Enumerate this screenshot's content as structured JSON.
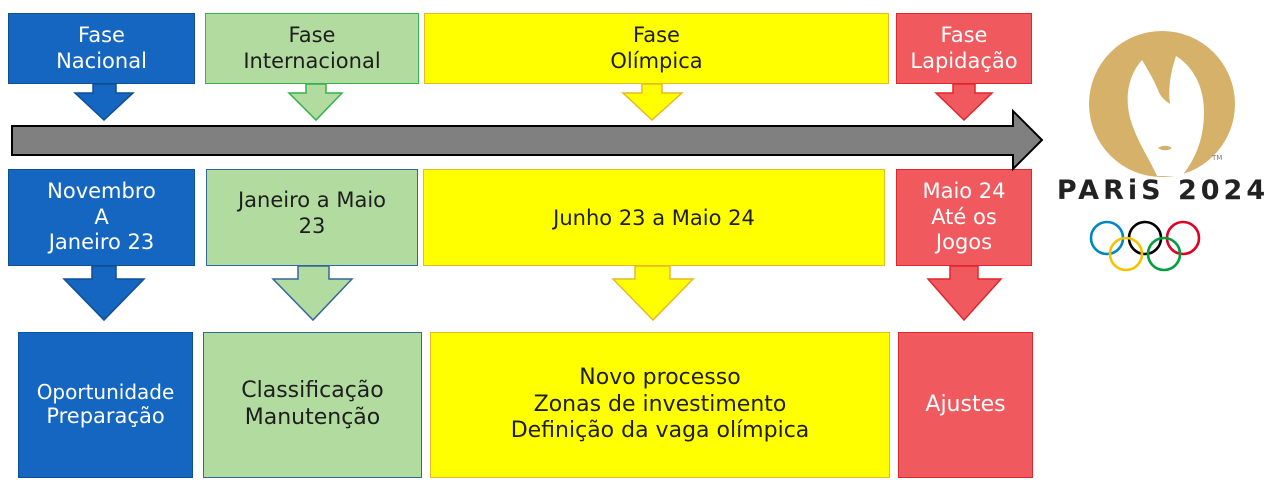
{
  "phases": [
    {
      "title_lines": [
        "Fase",
        "Nacional"
      ],
      "period_lines": [
        "Novembro",
        "A",
        "Janeiro 23"
      ],
      "outcome_lines": [
        "Oportunidade",
        "Preparação"
      ],
      "color": "#1566c0"
    },
    {
      "title_lines": [
        "Fase",
        "Internacional"
      ],
      "period_lines": [
        "Janeiro a Maio",
        "23"
      ],
      "outcome_lines": [
        "Classificação",
        "Manutenção"
      ],
      "color": "#b2dba0"
    },
    {
      "title_lines": [
        "Fase",
        "Olímpica"
      ],
      "period_lines": [
        "Junho 23 a Maio 24"
      ],
      "outcome_lines": [
        "Novo processo",
        "Zonas de investimento",
        "Definição da vaga olímpica"
      ],
      "color": "#ffff00"
    },
    {
      "title_lines": [
        "Fase",
        "Lapidação"
      ],
      "period_lines": [
        "Maio 24",
        "Até os",
        "Jogos"
      ],
      "outcome_lines": [
        "Ajustes"
      ],
      "color": "#f05a5f"
    }
  ],
  "logo": {
    "wordmark": "PARiS 2024",
    "trademark": "TM",
    "gold": "#d5b16a"
  },
  "colors": {
    "timeline_arrow": "#808080",
    "ring_blue": "#0085c7",
    "ring_yellow": "#f4c300",
    "ring_black": "#000000",
    "ring_green": "#009f3d",
    "ring_red": "#df0024"
  }
}
